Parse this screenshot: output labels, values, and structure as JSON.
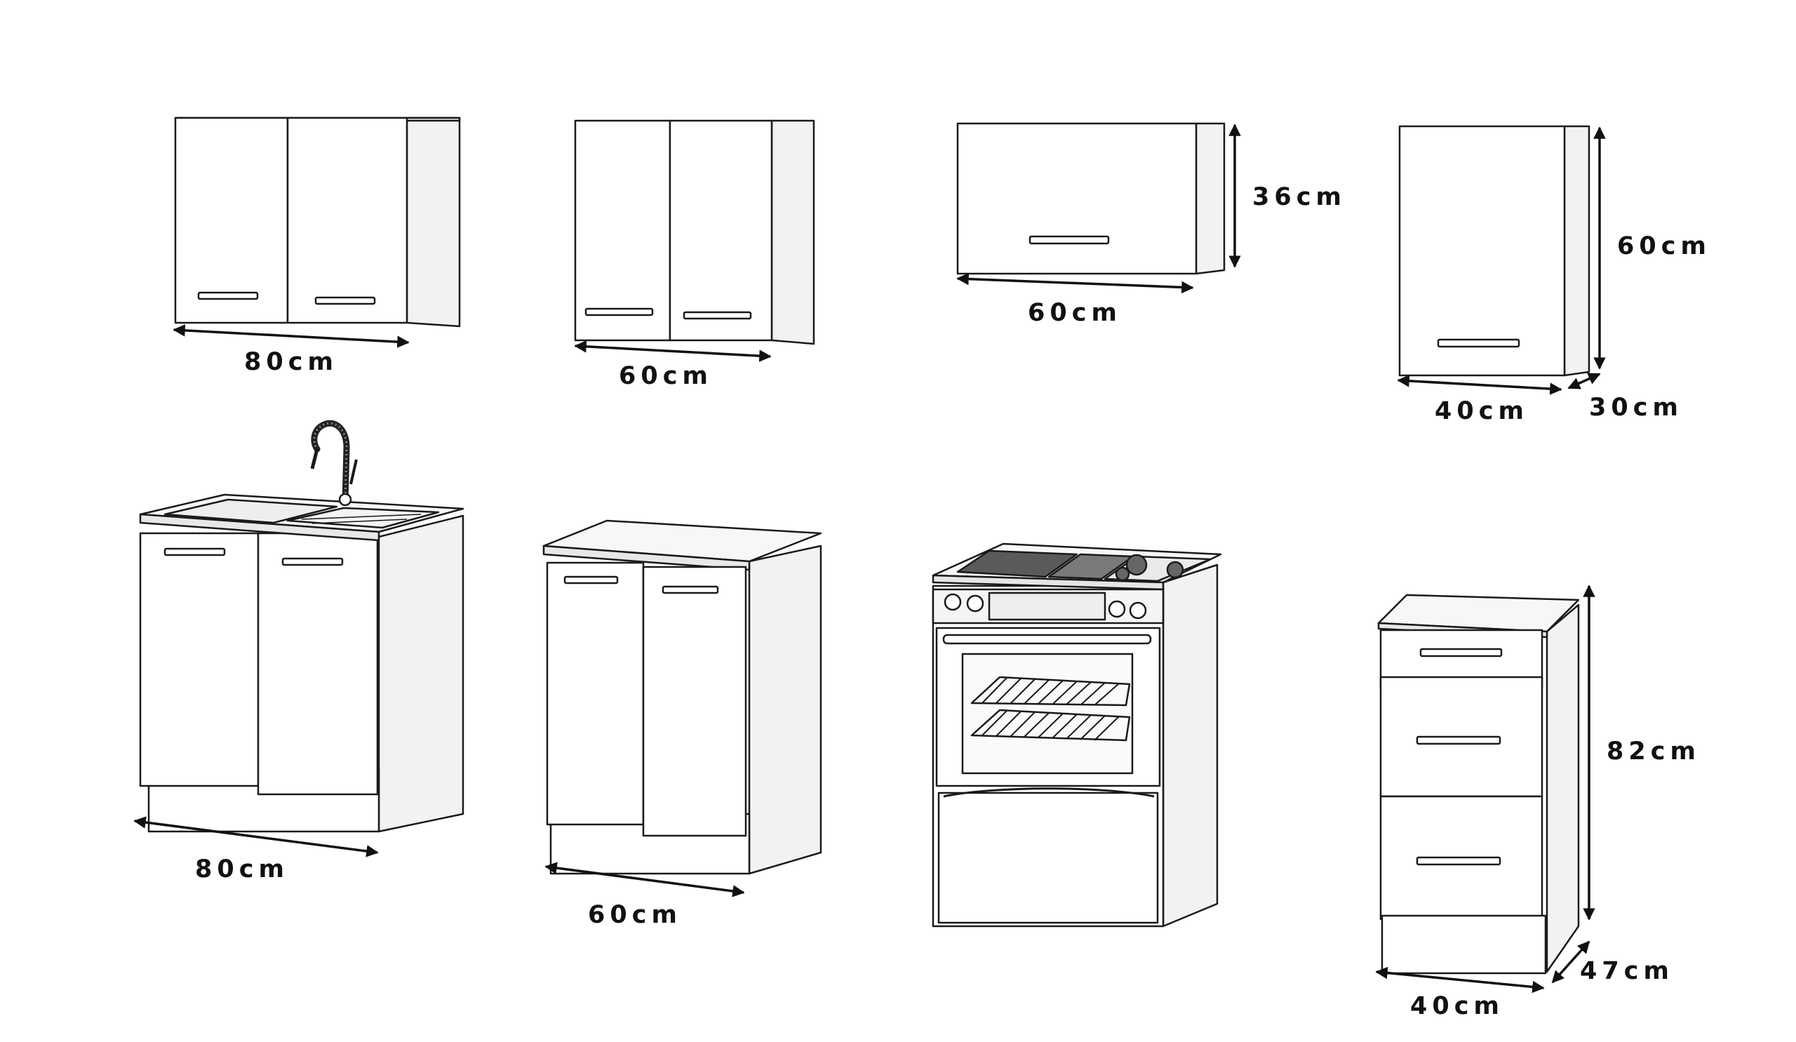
{
  "title": "",
  "colors": {
    "line": "#1a1a1a",
    "face": "#ffffff",
    "side": "#f2f2f2",
    "top": "#f7f7f7",
    "steel": "#555555"
  },
  "dimensions": {
    "wall_80_width": "80cm",
    "wall_60_width": "60cm",
    "flap_height": "36cm",
    "flap_width": "60cm",
    "wall_40_height": "60cm",
    "wall_40_width": "40cm",
    "wall_40_depth": "30cm",
    "sink_width": "80cm",
    "base_60_width": "60cm",
    "drawer_height": "82cm",
    "drawer_depth": "47cm",
    "drawer_width": "40cm"
  }
}
